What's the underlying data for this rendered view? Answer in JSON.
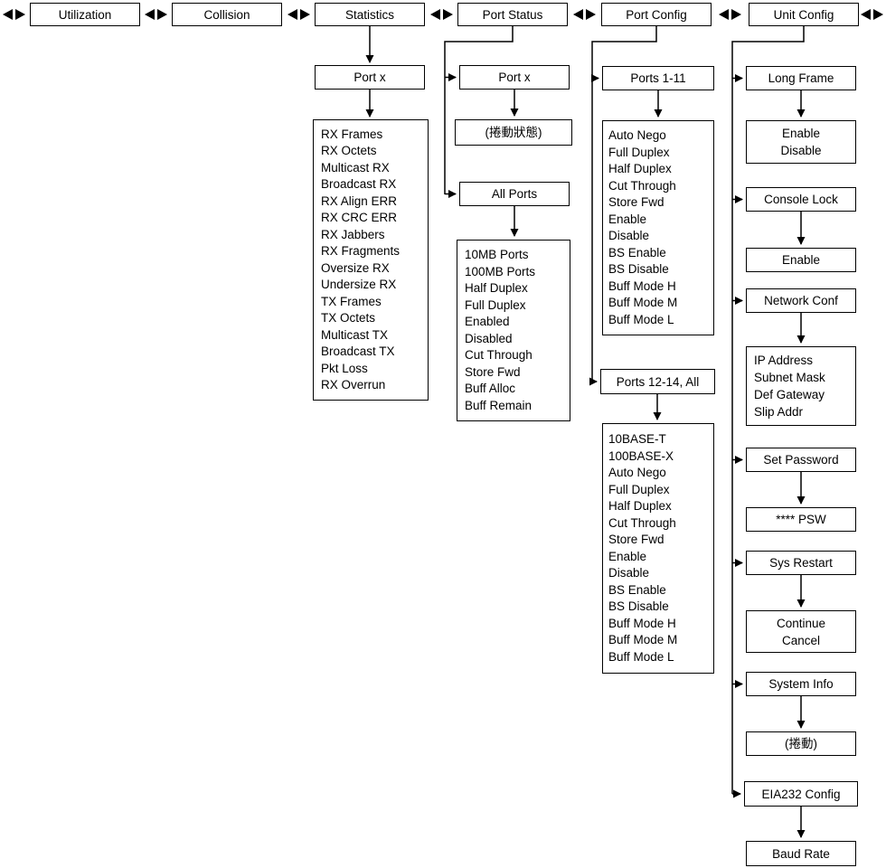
{
  "colors": {
    "background": "#ffffff",
    "line": "#000000",
    "text": "#000000"
  },
  "top_menu": {
    "utilization": "Utilization",
    "collision": "Collision",
    "statistics": "Statistics",
    "port_status": "Port Status",
    "port_config": "Port Config",
    "unit_config": "Unit Config"
  },
  "statistics": {
    "port_x": "Port x",
    "counters": [
      "RX Frames",
      "RX Octets",
      "Multicast RX",
      "Broadcast RX",
      "RX Align ERR",
      "RX CRC ERR",
      "RX Jabbers",
      "RX Fragments",
      "Oversize RX",
      "Undersize RX",
      "TX Frames",
      "TX Octets",
      "Multicast TX",
      "Broadcast TX",
      "Pkt Loss",
      "RX Overrun"
    ]
  },
  "port_status": {
    "port_x": "Port x",
    "scroll_status": "(捲動狀態)",
    "all_ports": "All Ports",
    "all_ports_items": [
      "10MB Ports",
      "100MB Ports",
      "Half Duplex",
      "Full Duplex",
      "Enabled",
      "Disabled",
      "Cut Through",
      "Store Fwd",
      "Buff Alloc",
      "Buff Remain"
    ]
  },
  "port_config": {
    "ports_1_11": "Ports 1-11",
    "ports_1_11_items": [
      "Auto Nego",
      "Full Duplex",
      "Half Duplex",
      "Cut Through",
      "Store Fwd",
      "Enable",
      "Disable",
      "BS Enable",
      "BS Disable",
      "Buff Mode H",
      "Buff Mode M",
      "Buff Mode L"
    ],
    "ports_12_14": "Ports 12-14, All",
    "ports_12_14_items": [
      "10BASE-T",
      "100BASE-X",
      "Auto Nego",
      "Full Duplex",
      "Half Duplex",
      "Cut Through",
      "Store Fwd",
      "Enable",
      "Disable",
      "BS Enable",
      "BS Disable",
      "Buff Mode H",
      "Buff Mode M",
      "Buff Mode L"
    ]
  },
  "unit_config": {
    "long_frame": "Long Frame",
    "long_frame_options": [
      "Enable",
      "Disable"
    ],
    "console_lock": "Console Lock",
    "console_lock_option": "Enable",
    "network_conf": "Network Conf",
    "network_conf_items": [
      "IP Address",
      "Subnet Mask",
      "Def Gateway",
      "Slip Addr"
    ],
    "set_password": "Set Password",
    "password_value": "**** PSW",
    "sys_restart": "Sys Restart",
    "sys_restart_options": [
      "Continue",
      "Cancel"
    ],
    "system_info": "System Info",
    "system_info_scroll": "(捲動)",
    "eia232_config": "EIA232 Config",
    "baud_rate": "Baud Rate"
  }
}
